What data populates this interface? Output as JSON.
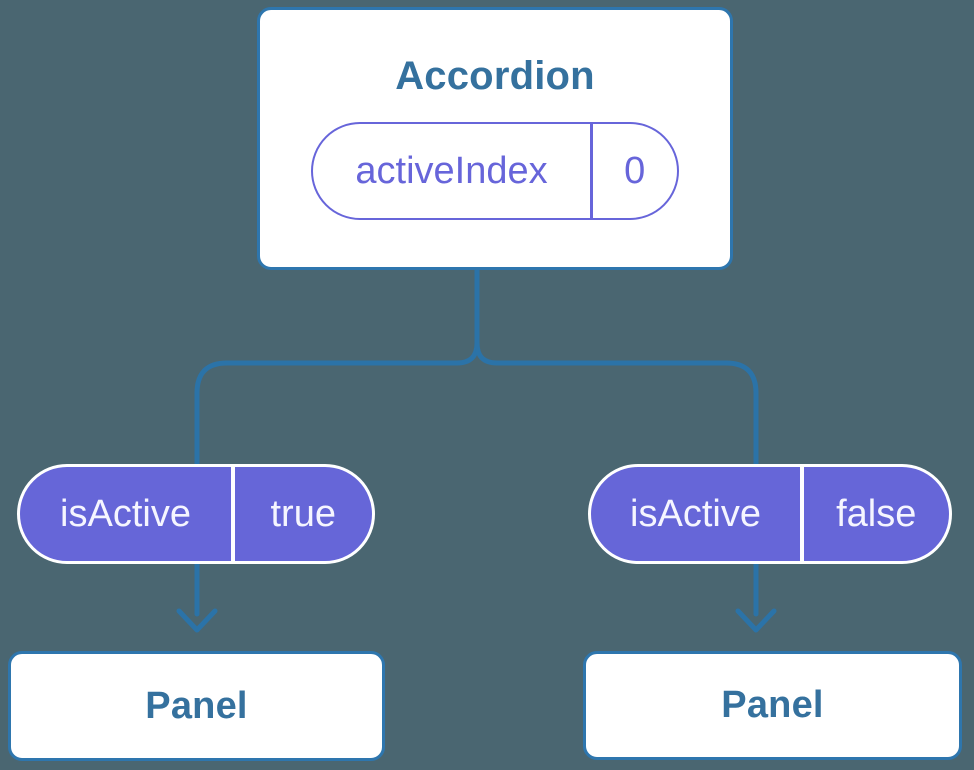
{
  "colors": {
    "background": "#4A6671",
    "connector_line": "#2B73A8",
    "card_border": "#2E76AE",
    "card_background": "#FFFFFF",
    "heading_text": "#35719E",
    "pill_purple_fill": "#6666D8",
    "pill_purple_outline": "#6765DA",
    "pill_light_text": "#F5F5FF"
  },
  "tree": {
    "root": {
      "title": "Accordion",
      "state_pill": {
        "name": "activeIndex",
        "value": "0"
      }
    },
    "children": [
      {
        "prop_pill": {
          "name": "isActive",
          "value": "true"
        },
        "card": {
          "title": "Panel"
        }
      },
      {
        "prop_pill": {
          "name": "isActive",
          "value": "false"
        },
        "card": {
          "title": "Panel"
        }
      }
    ]
  }
}
